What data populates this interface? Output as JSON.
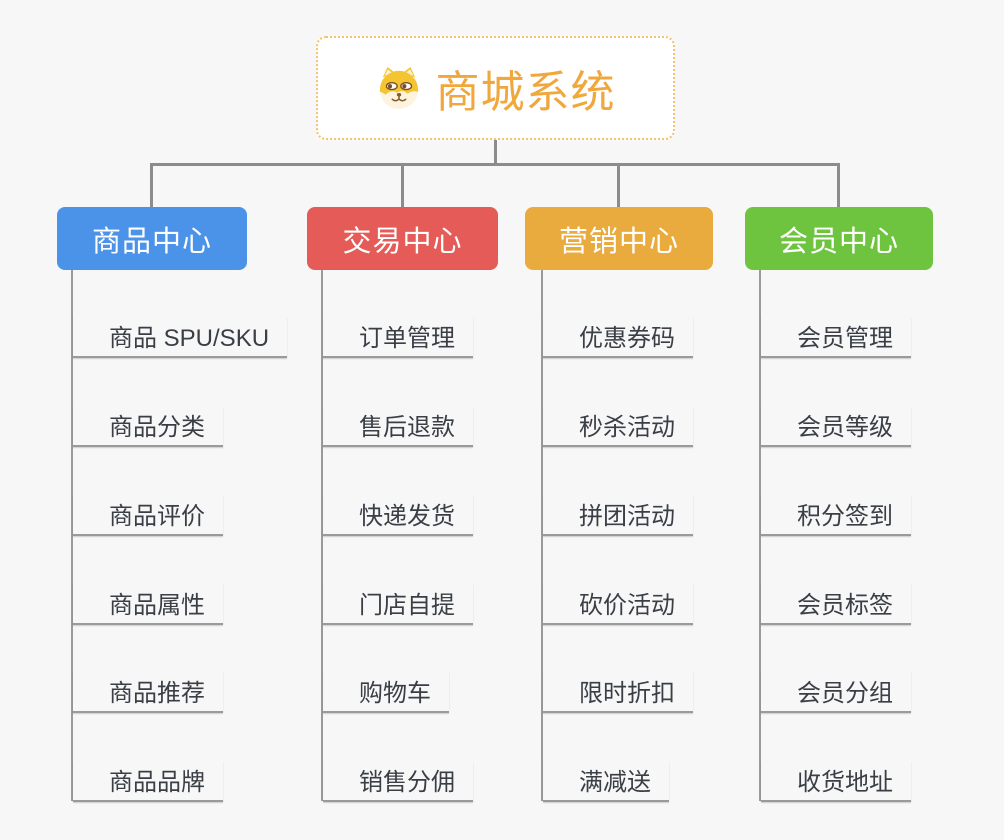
{
  "canvas": {
    "background": "#F7F7F7",
    "connector_color": "#8C8C8C",
    "leaf_line_color": "#9A9A9A",
    "leaf_text_color": "#3A3E45"
  },
  "root": {
    "title": "商城系统",
    "icon": "dog-face-icon",
    "title_color": "#F0A73C",
    "border_color": "#F2C36B"
  },
  "branches": [
    {
      "label": "商品中心",
      "color": "#4B92E9",
      "items": [
        "商品 SPU/SKU",
        "商品分类",
        "商品评价",
        "商品属性",
        "商品推荐",
        "商品品牌"
      ]
    },
    {
      "label": "交易中心",
      "color": "#E45B57",
      "items": [
        "订单管理",
        "售后退款",
        "快递发货",
        "门店自提",
        "购物车",
        "销售分佣"
      ]
    },
    {
      "label": "营销中心",
      "color": "#EAAB3E",
      "items": [
        "优惠券码",
        "秒杀活动",
        "拼团活动",
        "砍价活动",
        "限时折扣",
        "满减送"
      ]
    },
    {
      "label": "会员中心",
      "color": "#6EC43E",
      "items": [
        "会员管理",
        "会员等级",
        "积分签到",
        "会员标签",
        "会员分组",
        "收货地址"
      ]
    }
  ]
}
